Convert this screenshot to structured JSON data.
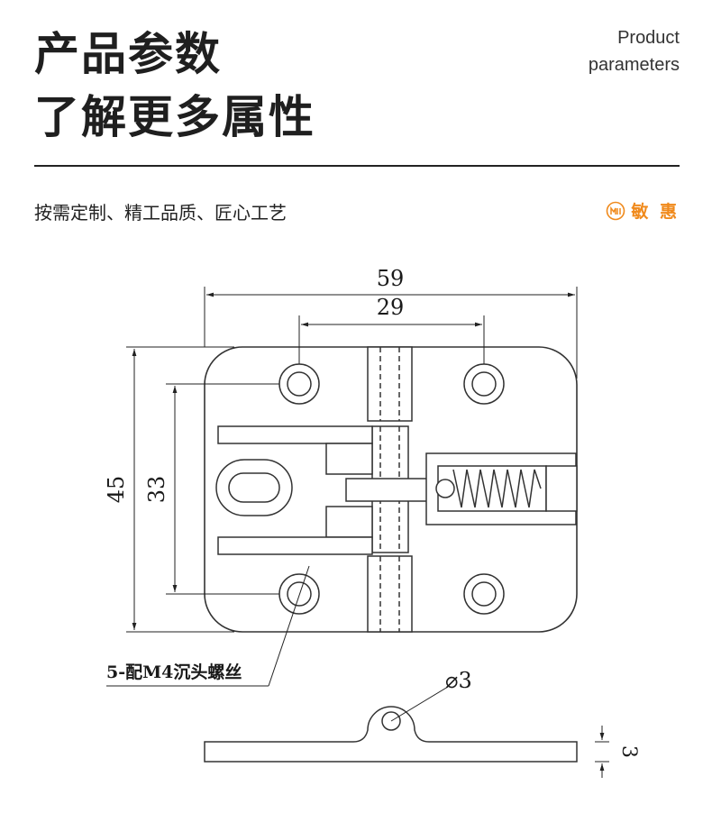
{
  "header": {
    "title_line1": "产品参数",
    "title_line2": "了解更多属性",
    "en_line1": "Product",
    "en_line2": "parameters"
  },
  "tagline": "按需定制、精工品质、匠心工艺",
  "brand": {
    "name": "敏 惠",
    "color": "#f08a1c"
  },
  "drawing": {
    "dim_overall_width": "59",
    "dim_hole_spacing_x": "29",
    "dim_overall_height": "45",
    "dim_hole_spacing_y": "33",
    "note_screw": "5-配M4沉头螺丝",
    "dim_pin_diameter": "⌀3",
    "dim_thickness": "3"
  }
}
